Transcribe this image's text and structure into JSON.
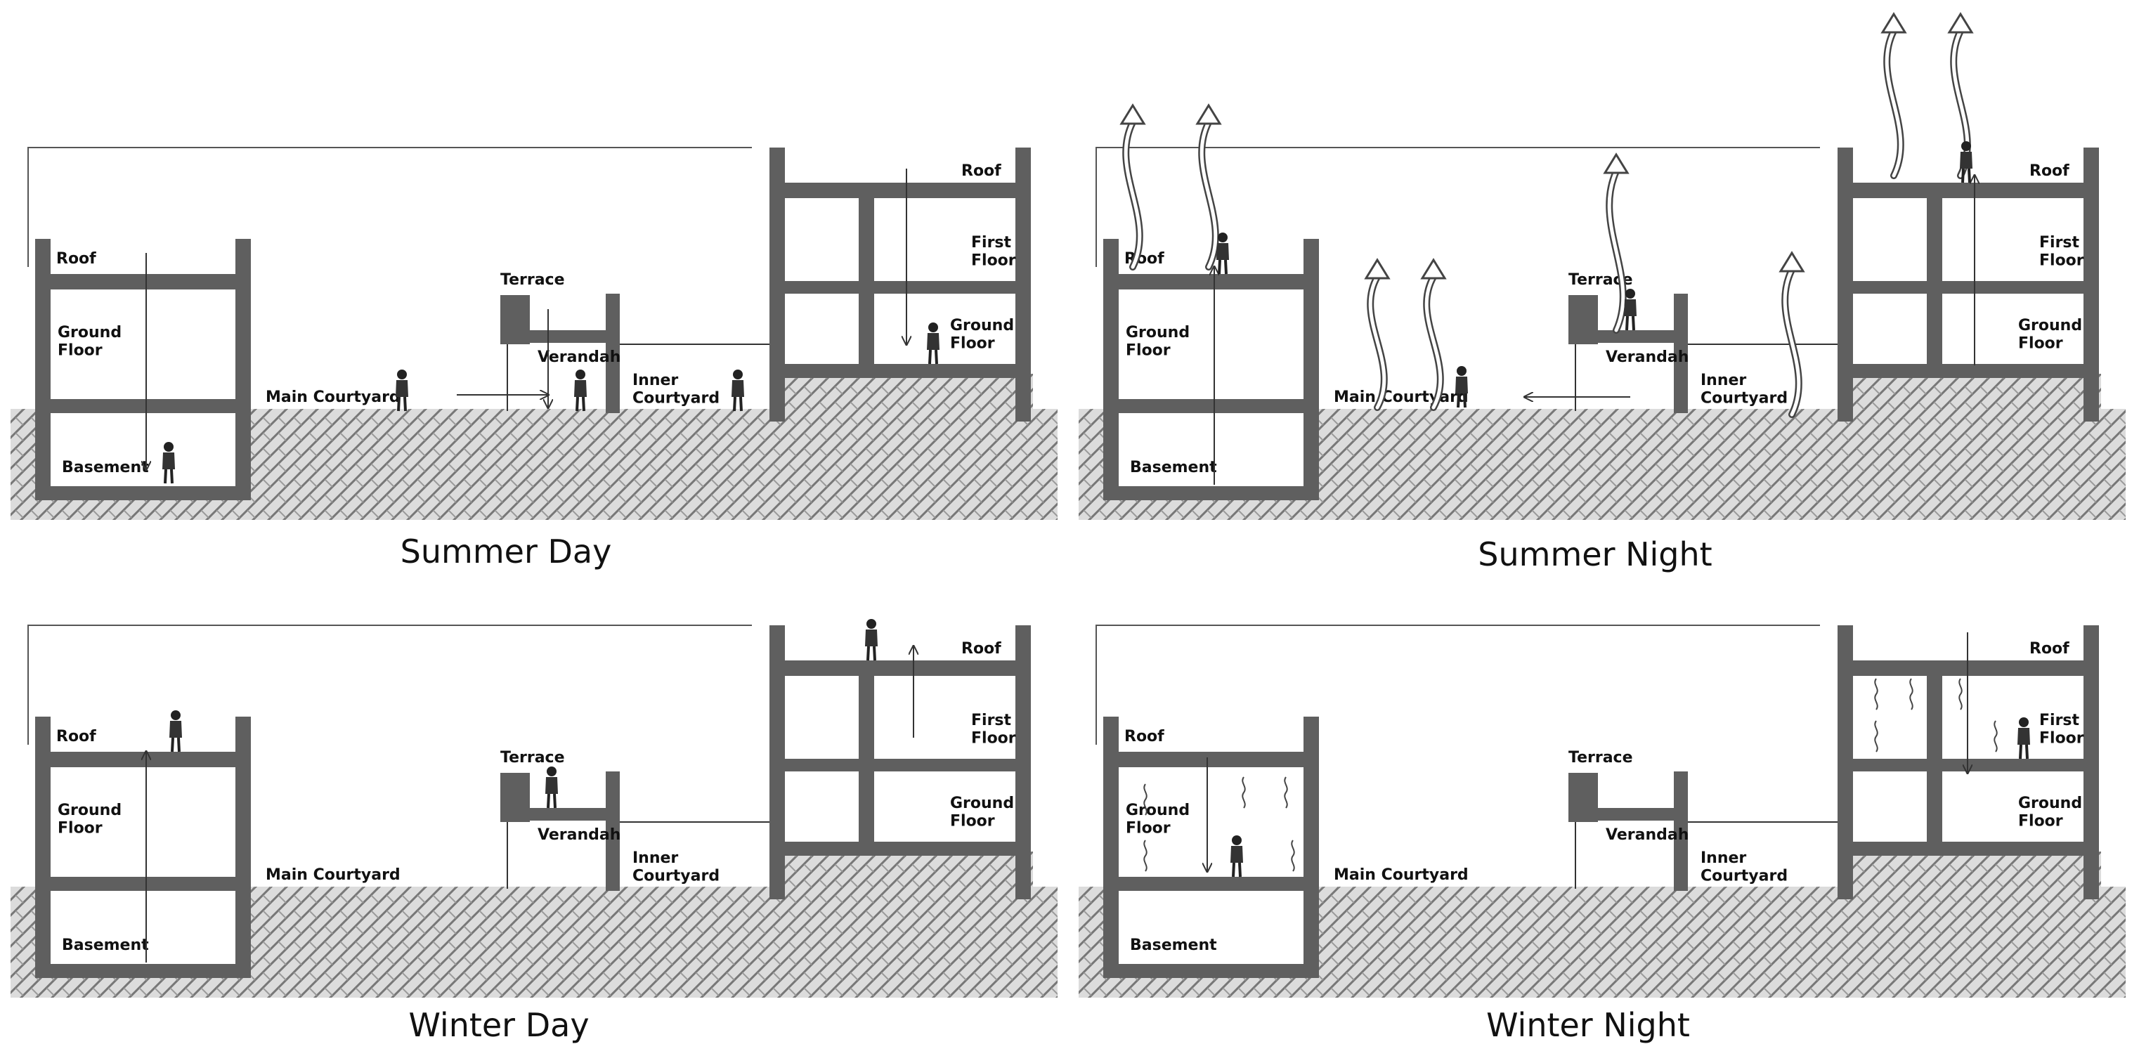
{
  "panels": [
    {
      "caption": "Summer Day",
      "labels": {
        "roof_left": "Roof",
        "ground_floor_left": [
          "Ground",
          "Floor"
        ],
        "basement": "Basement",
        "main_courtyard": "Main Courtyard",
        "terrace": "Terrace",
        "verandah": "Verandah",
        "inner_courtyard": [
          "Inner",
          "Courtyard"
        ],
        "roof_right": "Roof",
        "first_floor_right": [
          "First",
          "Floor"
        ],
        "ground_floor_right": [
          "Ground",
          "Floor"
        ]
      }
    },
    {
      "caption": "Summer Night",
      "labels": {
        "roof_left": "Roof",
        "ground_floor_left": [
          "Ground",
          "Floor"
        ],
        "basement": "Basement",
        "main_courtyard": "Main Courtyard",
        "terrace": "Terrace",
        "verandah": "Verandah",
        "inner_courtyard": [
          "Inner",
          "Courtyard"
        ],
        "roof_right": "Roof",
        "first_floor_right": [
          "First",
          "Floor"
        ],
        "ground_floor_right": [
          "Ground",
          "Floor"
        ]
      }
    },
    {
      "caption": "Winter Day",
      "labels": {
        "roof_left": "Roof",
        "ground_floor_left": [
          "Ground",
          "Floor"
        ],
        "basement": "Basement",
        "main_courtyard": "Main Courtyard",
        "terrace": "Terrace",
        "verandah": "Verandah",
        "inner_courtyard": [
          "Inner",
          "Courtyard"
        ],
        "roof_right": "Roof",
        "first_floor_right": [
          "First",
          "Floor"
        ],
        "ground_floor_right": [
          "Ground",
          "Floor"
        ]
      }
    },
    {
      "caption": "Winter Night",
      "labels": {
        "roof_left": "Roof",
        "ground_floor_left": [
          "Ground",
          "Floor"
        ],
        "basement": "Basement",
        "main_courtyard": "Main Courtyard",
        "terrace": "Terrace",
        "verandah": "Verandah",
        "inner_courtyard": [
          "Inner",
          "Courtyard"
        ],
        "roof_right": "Roof",
        "first_floor_right": [
          "First",
          "Floor"
        ],
        "ground_floor_right": [
          "Ground",
          "Floor"
        ]
      }
    }
  ],
  "colors": {
    "wall": "#5f5f5f",
    "ground_fill": "#d9d9d9",
    "ground_hatch": "#777777",
    "line": "#333333",
    "text": "#111111",
    "background": "#ffffff"
  },
  "icons": {
    "person": "person-figure-icon",
    "arrow": "airflow-arrow-icon",
    "rising_hot_air": "rising-air-icon",
    "warm_air_swirl": "warm-air-swirl-icon"
  }
}
